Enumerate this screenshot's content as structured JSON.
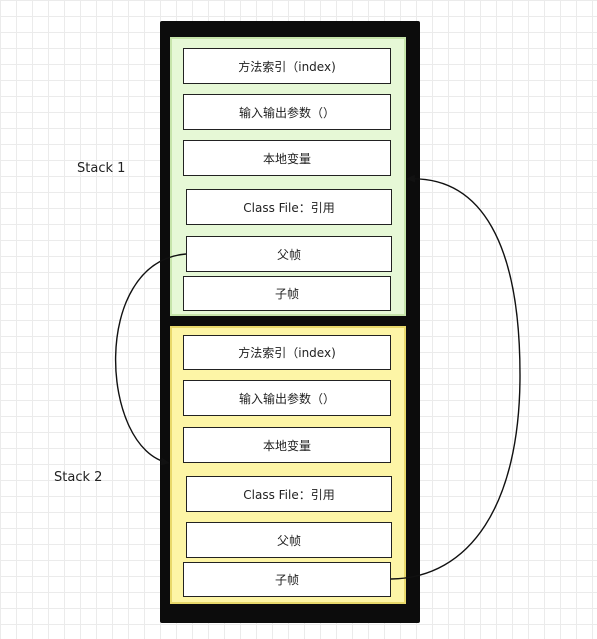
{
  "stacks": [
    {
      "label": "Stack 1",
      "fill": "#e6f8d6",
      "frames": [
        "方法索引（index)",
        "输入输出参数（）",
        "本地变量",
        "Class File：引用",
        "父帧",
        "子帧"
      ]
    },
    {
      "label": "Stack 2",
      "fill": "#fdf5a6",
      "frames": [
        "方法索引（index)",
        "输入输出参数（）",
        "本地变量",
        "Class File：引用",
        "父帧",
        "子帧"
      ]
    }
  ],
  "arrows": [
    {
      "from": "stack1.父帧",
      "to": "stack2"
    },
    {
      "from": "stack2.子帧",
      "to": "stack1.本地变量"
    }
  ]
}
